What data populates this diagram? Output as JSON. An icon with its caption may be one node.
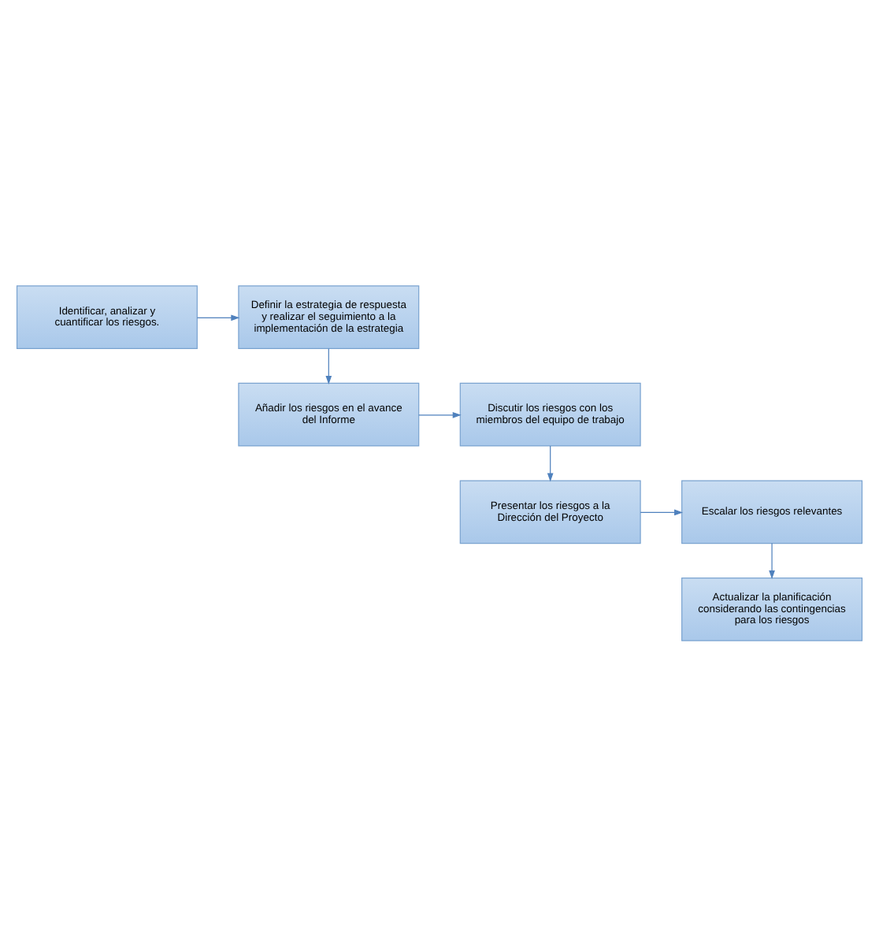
{
  "diagram": {
    "nodes": [
      {
        "text": [
          "Identificar, analizar y cuantificar los riesgos."
        ]
      },
      {
        "text": [
          "Definir la estrategia de respuesta y realizar el seguimiento a la implementación de la estrategia"
        ]
      },
      {
        "text": [
          "Añadir los riesgos en el avance del Informe"
        ]
      },
      {
        "text": [
          "Discutir los riesgos con los miembros del equipo de trabajo"
        ]
      },
      {
        "text": [
          "Presentar los riesgos a la Dirección del Proyecto"
        ]
      },
      {
        "text": [
          "Escalar los riesgos relevantes"
        ]
      },
      {
        "text": [
          "Actualizar la planificación considerando las contingencias para los riesgos"
        ]
      }
    ],
    "edges": [
      {
        "from": 0,
        "to": 1,
        "arrow": "to"
      },
      {
        "from": 1,
        "to": 2,
        "arrow": "to"
      },
      {
        "from": 2,
        "to": 3,
        "arrow": "to"
      },
      {
        "from": 3,
        "to": 4,
        "arrow": "to"
      },
      {
        "from": 4,
        "to": 5,
        "arrow": "to"
      },
      {
        "from": 5,
        "to": 6,
        "arrow": "to"
      }
    ]
  }
}
